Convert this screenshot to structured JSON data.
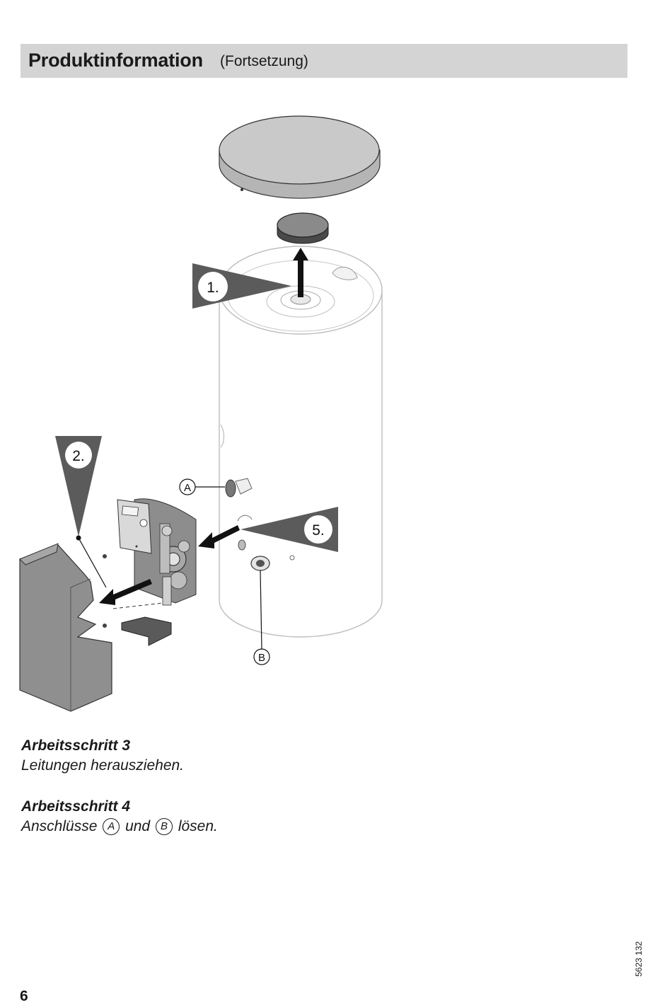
{
  "header": {
    "title": "Produktinformation",
    "subtitle": "(Fortsetzung)"
  },
  "figure": {
    "callouts": {
      "step1": "1.",
      "step2": "2.",
      "step5": "5.",
      "conn_a": "A",
      "conn_b": "B"
    }
  },
  "steps": [
    {
      "title": "Arbeitsschritt 3",
      "text": "Leitungen herausziehen."
    },
    {
      "title": "Arbeitsschritt 4",
      "text_before": "Anschlüsse",
      "conn_a": "A",
      "text_middle": "und",
      "conn_b": "B",
      "text_after": "lösen."
    }
  ],
  "doc_number": "5623 132",
  "page_number": "6"
}
